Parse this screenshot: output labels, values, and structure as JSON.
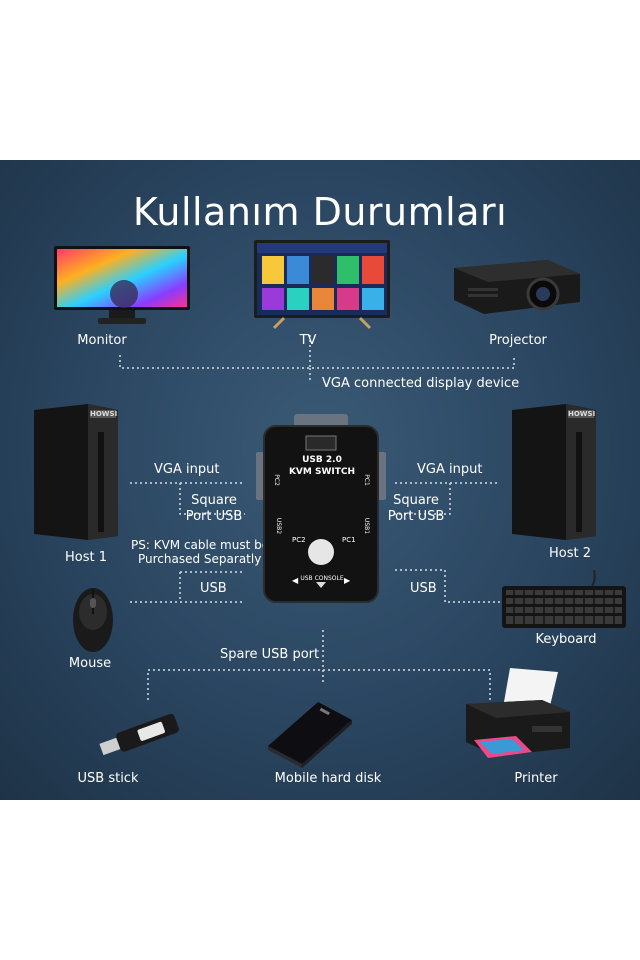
{
  "title": "Kullanım Durumları",
  "devices": {
    "monitor": "Monitor",
    "tv": "TV",
    "projector": "Projector",
    "host1": "Host 1",
    "host2": "Host 2",
    "mouse": "Mouse",
    "keyboard": "Keyboard",
    "usb_stick": "USB stick",
    "mobile_hdd": "Mobile hard disk",
    "printer": "Printer"
  },
  "connections": {
    "vga_display": "VGA connected display device",
    "vga_input_left": "VGA input",
    "vga_input_right": "VGA input",
    "square_usb_left_1": "Square",
    "square_usb_left_2": "Port USB",
    "square_usb_right_1": "Square",
    "square_usb_right_2": "Port USB",
    "usb_left": "USB",
    "usb_right": "USB",
    "spare_usb": "Spare USB port",
    "note_1": "PS: KVM cable must be",
    "note_2": "Purchased Separatly"
  },
  "switch": {
    "line1": "USB 2.0",
    "line2": "KVM SWITCH",
    "pc1": "PC1",
    "pc2": "PC2",
    "pc1_side": "PC1",
    "pc2_side": "PC2",
    "usb1_side": "USB1",
    "usb2_side": "USB2",
    "console": "USB CONSOLE"
  },
  "brand": "HOWSI",
  "colors": {
    "panel": "#2a4560",
    "line": "#d8dde2",
    "text": "#ffffff"
  }
}
